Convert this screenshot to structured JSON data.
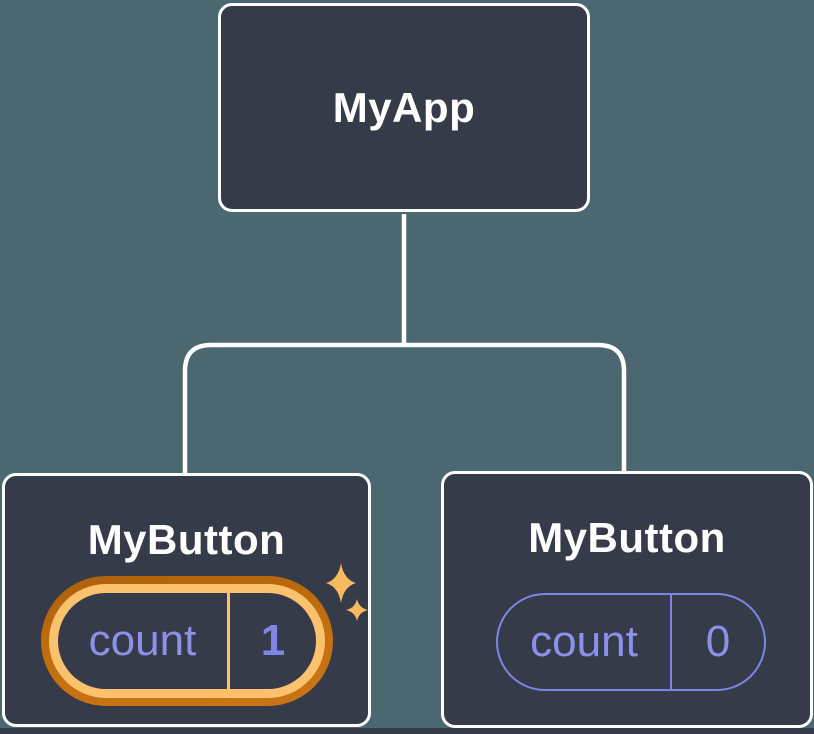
{
  "diagram": {
    "root": {
      "label": "MyApp"
    },
    "children": [
      {
        "label": "MyButton",
        "state": {
          "key": "count",
          "value": "1"
        },
        "highlighted": true
      },
      {
        "label": "MyButton",
        "state": {
          "key": "count",
          "value": "0"
        },
        "highlighted": false
      }
    ]
  },
  "icons": {
    "sparkles": "sparkles-icon"
  },
  "colors": {
    "background": "#4b6770",
    "node_fill": "#353b48",
    "node_border": "#ffffff",
    "connector": "#ffffff",
    "label_text": "#ffffff",
    "state_text_purple": "#8b91e9",
    "state_value_bold_purple": "#7f86e7",
    "pill_border_purple": "#7e85e8",
    "highlight_ring_outer": "#b4660f",
    "highlight_ring_inner": "#fcc16d",
    "sparkle_orange": "#f8ba60"
  }
}
